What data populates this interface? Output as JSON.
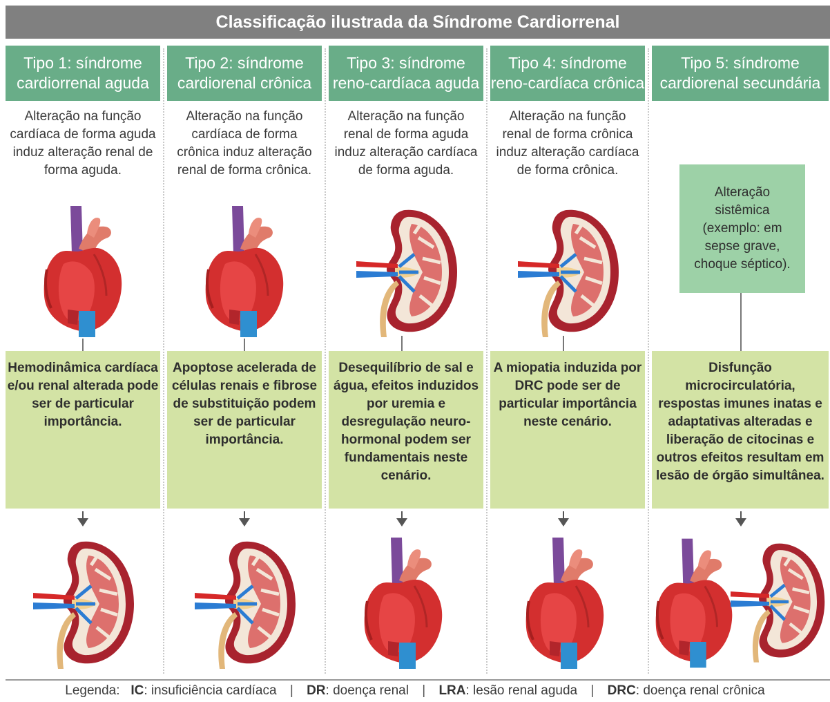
{
  "title": "Classificação ilustrada da Síndrome Cardiorrenal",
  "columns": [
    {
      "head_line1": "Tipo 1: síndrome",
      "head_line2": "cardiorrenal aguda",
      "desc": "Alteração na função cardíaca de forma aguda induz alteração renal de forma aguda.",
      "mechanism": "Hemodinâmica cardíaca e/ou renal alterada pode ser de particular importância.",
      "top_organ": "heart-icon",
      "bottom_organ": "kidney-icon"
    },
    {
      "head_line1": "Tipo 2: síndrome",
      "head_line2": "cardiorenal crônica",
      "desc": "Alteração na função cardíaca de forma crônica induz alteração renal de forma crônica.",
      "mechanism": "Apoptose acelerada de células renais e fibrose de substituição podem ser de particular importância.",
      "top_organ": "heart-icon",
      "bottom_organ": "kidney-icon"
    },
    {
      "head_line1": "Tipo 3: síndrome",
      "head_line2": "reno-cardíaca aguda",
      "desc": "Alteração na função renal de forma aguda induz alteração cardíaca de forma aguda.",
      "mechanism": "Desequilíbrio de sal e água, efeitos induzidos por uremia e desregulação neuro-hormonal podem ser fundamentais neste cenário.",
      "top_organ": "kidney-icon",
      "bottom_organ": "heart-icon"
    },
    {
      "head_line1": "Tipo 4: síndrome",
      "head_line2": "reno-cardíaca crônica",
      "desc": "Alteração na função renal de forma crônica induz alteração cardíaca de forma crônica.",
      "mechanism": "A miopatia induzida por DRC pode ser de particular importância neste cenário.",
      "top_organ": "kidney-icon",
      "bottom_organ": "heart-icon"
    },
    {
      "head_line1": "Tipo 5: síndrome",
      "head_line2": "cardiorenal secundária",
      "desc": "",
      "systemic": "Alteração sistêmica (exemplo: em sepse grave, choque séptico).",
      "mechanism": "Disfunção microcirculatória, respostas imunes inatas e adaptativas alteradas e liberação de citocinas e outros efeitos resultam em lesão de órgão simultânea.",
      "bottom_organ": "heart-and-kidney-icon"
    }
  ],
  "legend": {
    "prefix": "Legenda:",
    "items": [
      {
        "abbr": "IC",
        "text": ": insuficiência cardíaca"
      },
      {
        "abbr": "DR",
        "text": ": doença renal"
      },
      {
        "abbr": "LRA",
        "text": ": lesão renal aguda"
      },
      {
        "abbr": "DRC",
        "text": ": doença renal crônica"
      }
    ]
  },
  "colors": {
    "title_bar": "#808080",
    "type_header": "#69ad88",
    "mechanism_box": "#d3e3a5",
    "systemic_box": "#9dd1a7",
    "heart": "#d42a2a",
    "kidney": "#b8323a"
  }
}
